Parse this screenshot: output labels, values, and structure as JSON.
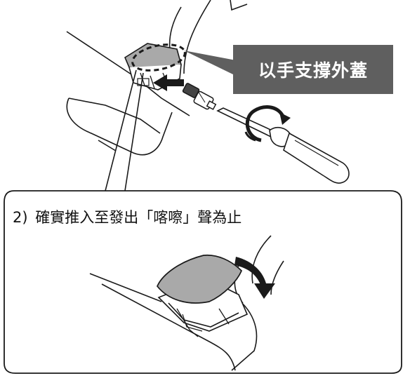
{
  "callout": {
    "label": "以手支撐外蓋",
    "background": "#5f5f5f",
    "text_color": "#ffffff"
  },
  "step": {
    "number": "2)",
    "instruction": "確實推入至發出「喀嚓」聲為止"
  },
  "colors": {
    "cover_gray": "#a9a9a9",
    "line": "#1a1a1a",
    "dash_circle": "#1a1a1a"
  },
  "icons": {
    "push_arrow": "arrow-left-icon",
    "rotate_arrow": "rotate-clockwise-icon",
    "close_arrow": "curved-arrow-down-icon"
  }
}
